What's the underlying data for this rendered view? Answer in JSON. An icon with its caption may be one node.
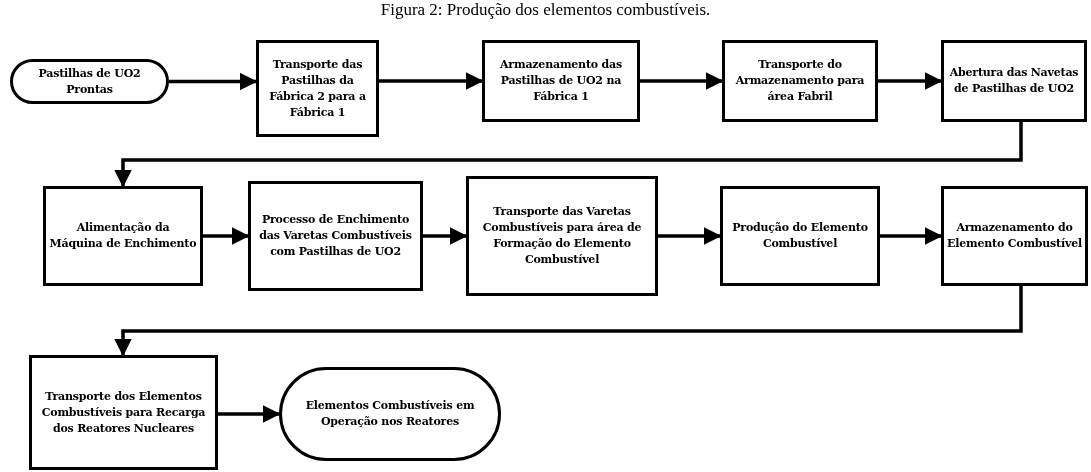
{
  "diagram": {
    "title": "Figura 2: Produção dos elementos combustíveis.",
    "nodes": [
      {
        "text": [
          "Pastilhas de UO2 Prontas"
        ]
      },
      {
        "text": [
          "Transporte das Pastilhas da Fábrica 2 para a Fábrica 1"
        ]
      },
      {
        "text": [
          "Armazenamento das Pastilhas de UO2 na Fábrica 1"
        ]
      },
      {
        "text": [
          "Transporte do Armazenamento para área Fabril"
        ]
      },
      {
        "text": [
          "Abertura das Navetas de Pastilhas de UO2"
        ]
      },
      {
        "text": [
          "Alimentação da Máquina de Enchimento"
        ]
      },
      {
        "text": [
          "Processo de Enchimento das Varetas Combustíveis com Pastilhas de UO2"
        ]
      },
      {
        "text": [
          "Transporte das Varetas Combustíveis para área de Formação do Elemento Combustível"
        ]
      },
      {
        "text": [
          "Produção do Elemento Combustível"
        ]
      },
      {
        "text": [
          "Armazenamento do Elemento Combustível"
        ]
      },
      {
        "text": [
          "Transporte dos Elementos Combustíveis para Recarga dos Reatores Nucleares"
        ]
      },
      {
        "text": [
          "Elementos Combustíveis em Operação nos Reatores"
        ]
      }
    ],
    "edges": [
      {
        "from": 0,
        "to": 1,
        "arrow": "to"
      },
      {
        "from": 1,
        "to": 2,
        "arrow": "to"
      },
      {
        "from": 2,
        "to": 3,
        "arrow": "to"
      },
      {
        "from": 3,
        "to": 4,
        "arrow": "to"
      },
      {
        "from": 4,
        "to": 5,
        "arrow": "to"
      },
      {
        "from": 5,
        "to": 6,
        "arrow": "to"
      },
      {
        "from": 6,
        "to": 7,
        "arrow": "to"
      },
      {
        "from": 7,
        "to": 8,
        "arrow": "to"
      },
      {
        "from": 8,
        "to": 9,
        "arrow": "to"
      },
      {
        "from": 9,
        "to": 10,
        "arrow": "to"
      },
      {
        "from": 10,
        "to": 11,
        "arrow": "to"
      }
    ]
  }
}
